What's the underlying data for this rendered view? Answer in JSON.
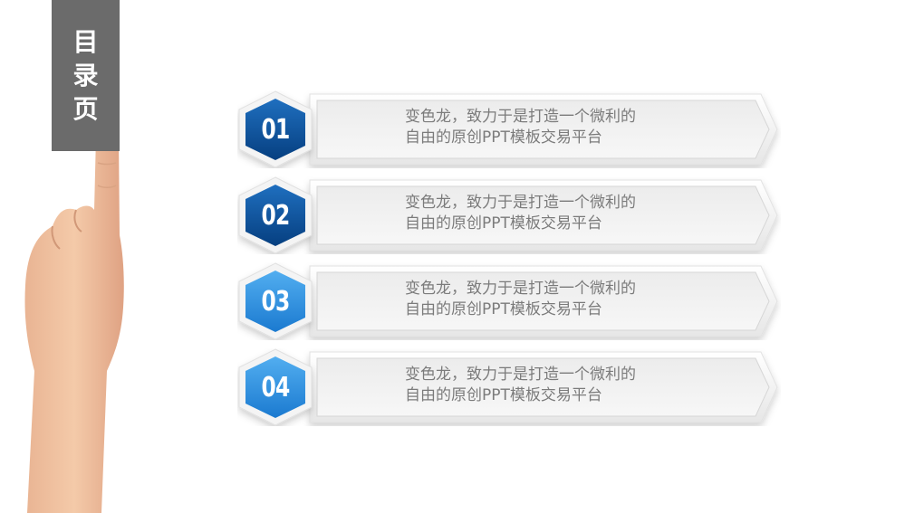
{
  "title": {
    "line1": "目",
    "line2": "录",
    "line3": "页"
  },
  "items": [
    {
      "number": "01",
      "text_line1": "变色龙，致力于是打造一个微利的",
      "text_line2": "自由的原创PPT模板交易平台"
    },
    {
      "number": "02",
      "text_line1": "变色龙，致力于是打造一个微利的",
      "text_line2": "自由的原创PPT模板交易平台"
    },
    {
      "number": "03",
      "text_line1": "变色龙，致力于是打造一个微利的",
      "text_line2": "自由的原创PPT模板交易平台"
    },
    {
      "number": "04",
      "text_line1": "变色龙，致力于是打造一个微利的",
      "text_line2": "自由的原创PPT模板交易平台"
    }
  ],
  "colors": {
    "tab": "#6b6b6b",
    "badge_dark": "#0a4f98",
    "badge_light": "#2d8fe0",
    "text": "#7b7b7b"
  }
}
